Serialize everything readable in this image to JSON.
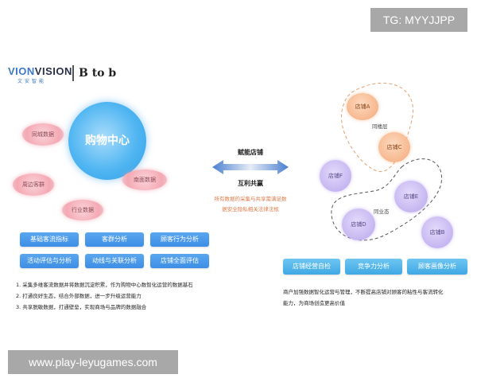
{
  "watermarks": {
    "top": "TG: MYYJJPP",
    "bottom": "www.play-leyugames.com"
  },
  "brand": {
    "name_blue": "VION",
    "name_dark": "VISION",
    "sub": "文安智能",
    "tag": "B to b"
  },
  "left": {
    "center": "购物中心",
    "clouds": [
      "同城数据",
      "南面数据",
      "周边客群",
      "行业数据"
    ],
    "buttons": [
      "基础客流指标",
      "客群分析",
      "顾客行为分析",
      "活动评估与分析",
      "动线与关联分析",
      "店铺全面评估"
    ],
    "notes": [
      "1. 采集多维客流数据并将数据沉淀积累，作为购物中心数智化运营的数据基石",
      "2. 打通良好生态，结合外部数据，进一步升级运营能力",
      "3. 共享脱敏数据，打通壁垒，实现商场与品牌的数据融合"
    ]
  },
  "middle": {
    "top_label": "赋能店铺",
    "bottom_label": "互利共赢",
    "red_lines": [
      "所有数据的采集与共享需满足数",
      "据安全隐私相关法律法规"
    ]
  },
  "right": {
    "stores": [
      "店铺A",
      "店铺C",
      "店铺F",
      "店铺E",
      "店铺D",
      "店铺B"
    ],
    "group_labels": [
      "同楼层",
      "同业态"
    ],
    "buttons": [
      "店铺经营自检",
      "竞争力分析",
      "顾客画像分析"
    ],
    "note_lines": [
      "商户加强数据智化运营与管理，不断提高店铺对顾客的粘性与客流转化",
      "能力，为商场创造更高价值"
    ]
  },
  "colors": {
    "brand_blue": "#3c79c4",
    "button_blue": "#3d8ee6",
    "button_cyan": "#3fa8e4",
    "center_blue": "#2e9ee6",
    "cloud_pink": "#f4a9b4",
    "store_orange": "#f6b58b",
    "store_purple": "#c4b3f0",
    "note_red": "#e07a4a"
  }
}
